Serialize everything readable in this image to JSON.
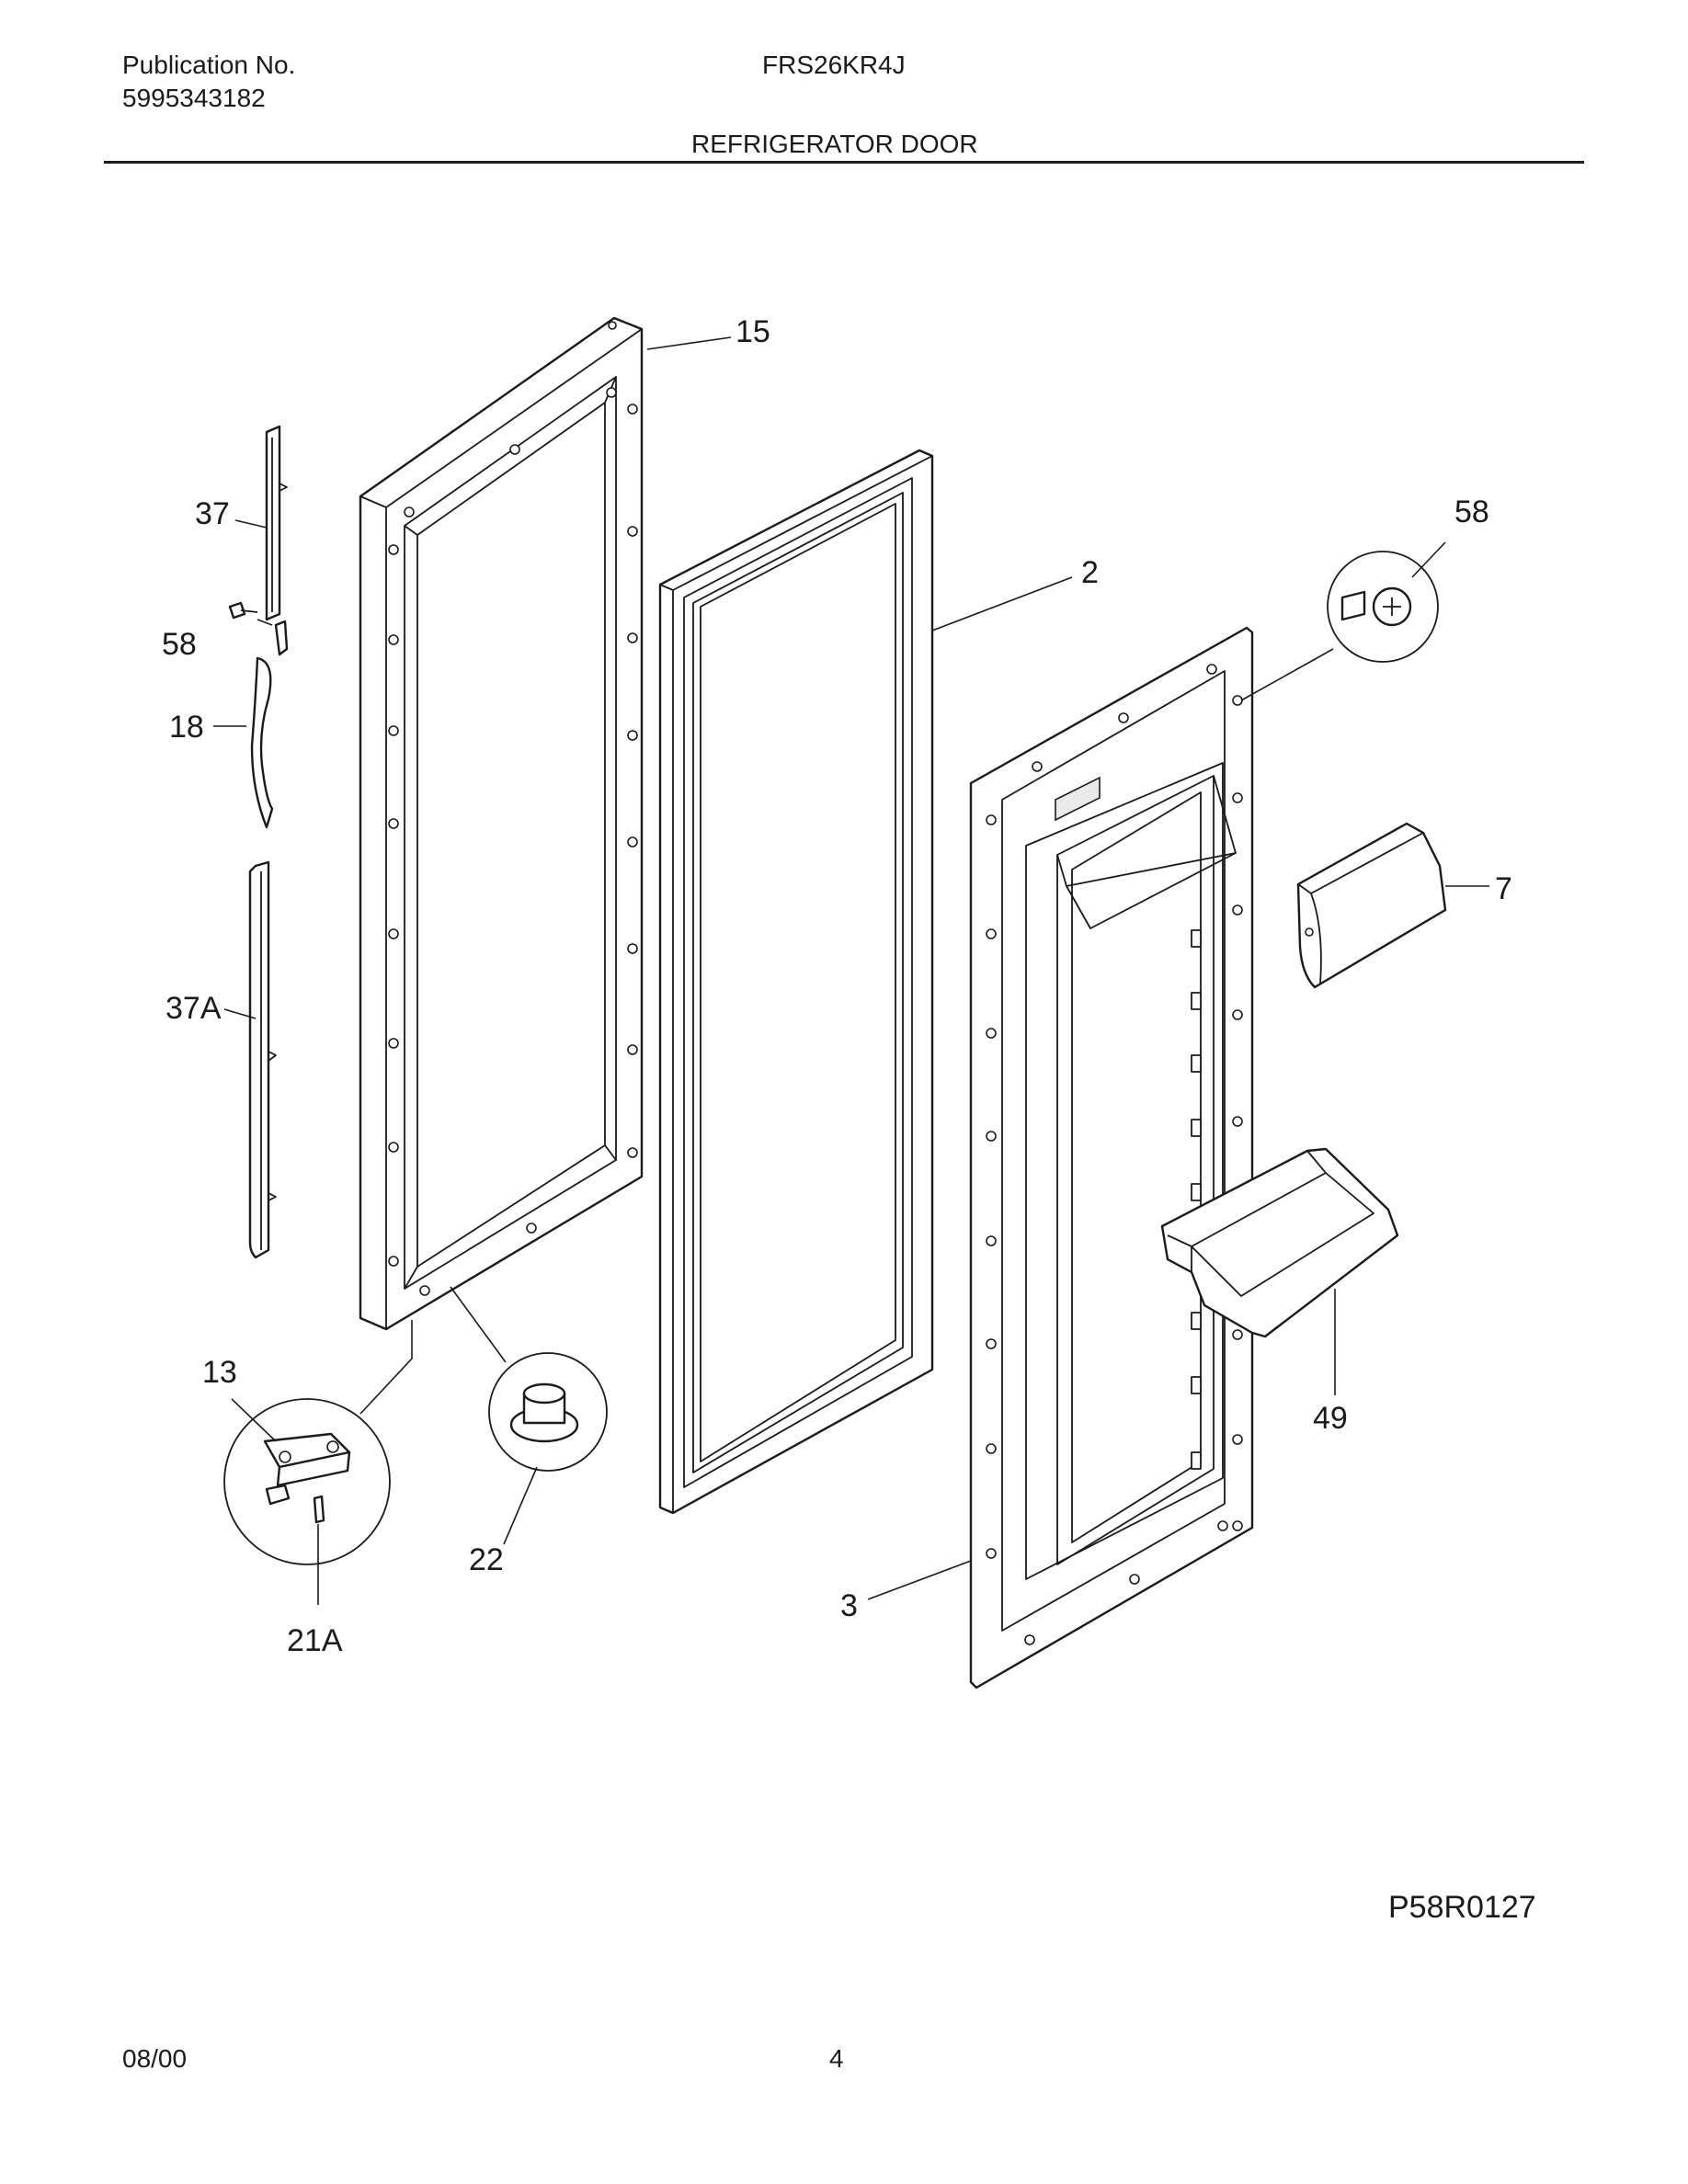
{
  "header": {
    "publication_label": "Publication No.",
    "publication_number": "5995343182",
    "model": "FRS26KR4J",
    "section_title": "REFRIGERATOR DOOR"
  },
  "diagram": {
    "callouts": {
      "c15": "15",
      "c37": "37",
      "c58a": "58",
      "c18": "18",
      "c37a": "37A",
      "c13": "13",
      "c22": "22",
      "c21a": "21A",
      "c2": "2",
      "c58b": "58",
      "c7": "7",
      "c49": "49",
      "c3": "3"
    },
    "drawing_code": "P58R0127"
  },
  "footer": {
    "date": "08/00",
    "page": "4"
  }
}
